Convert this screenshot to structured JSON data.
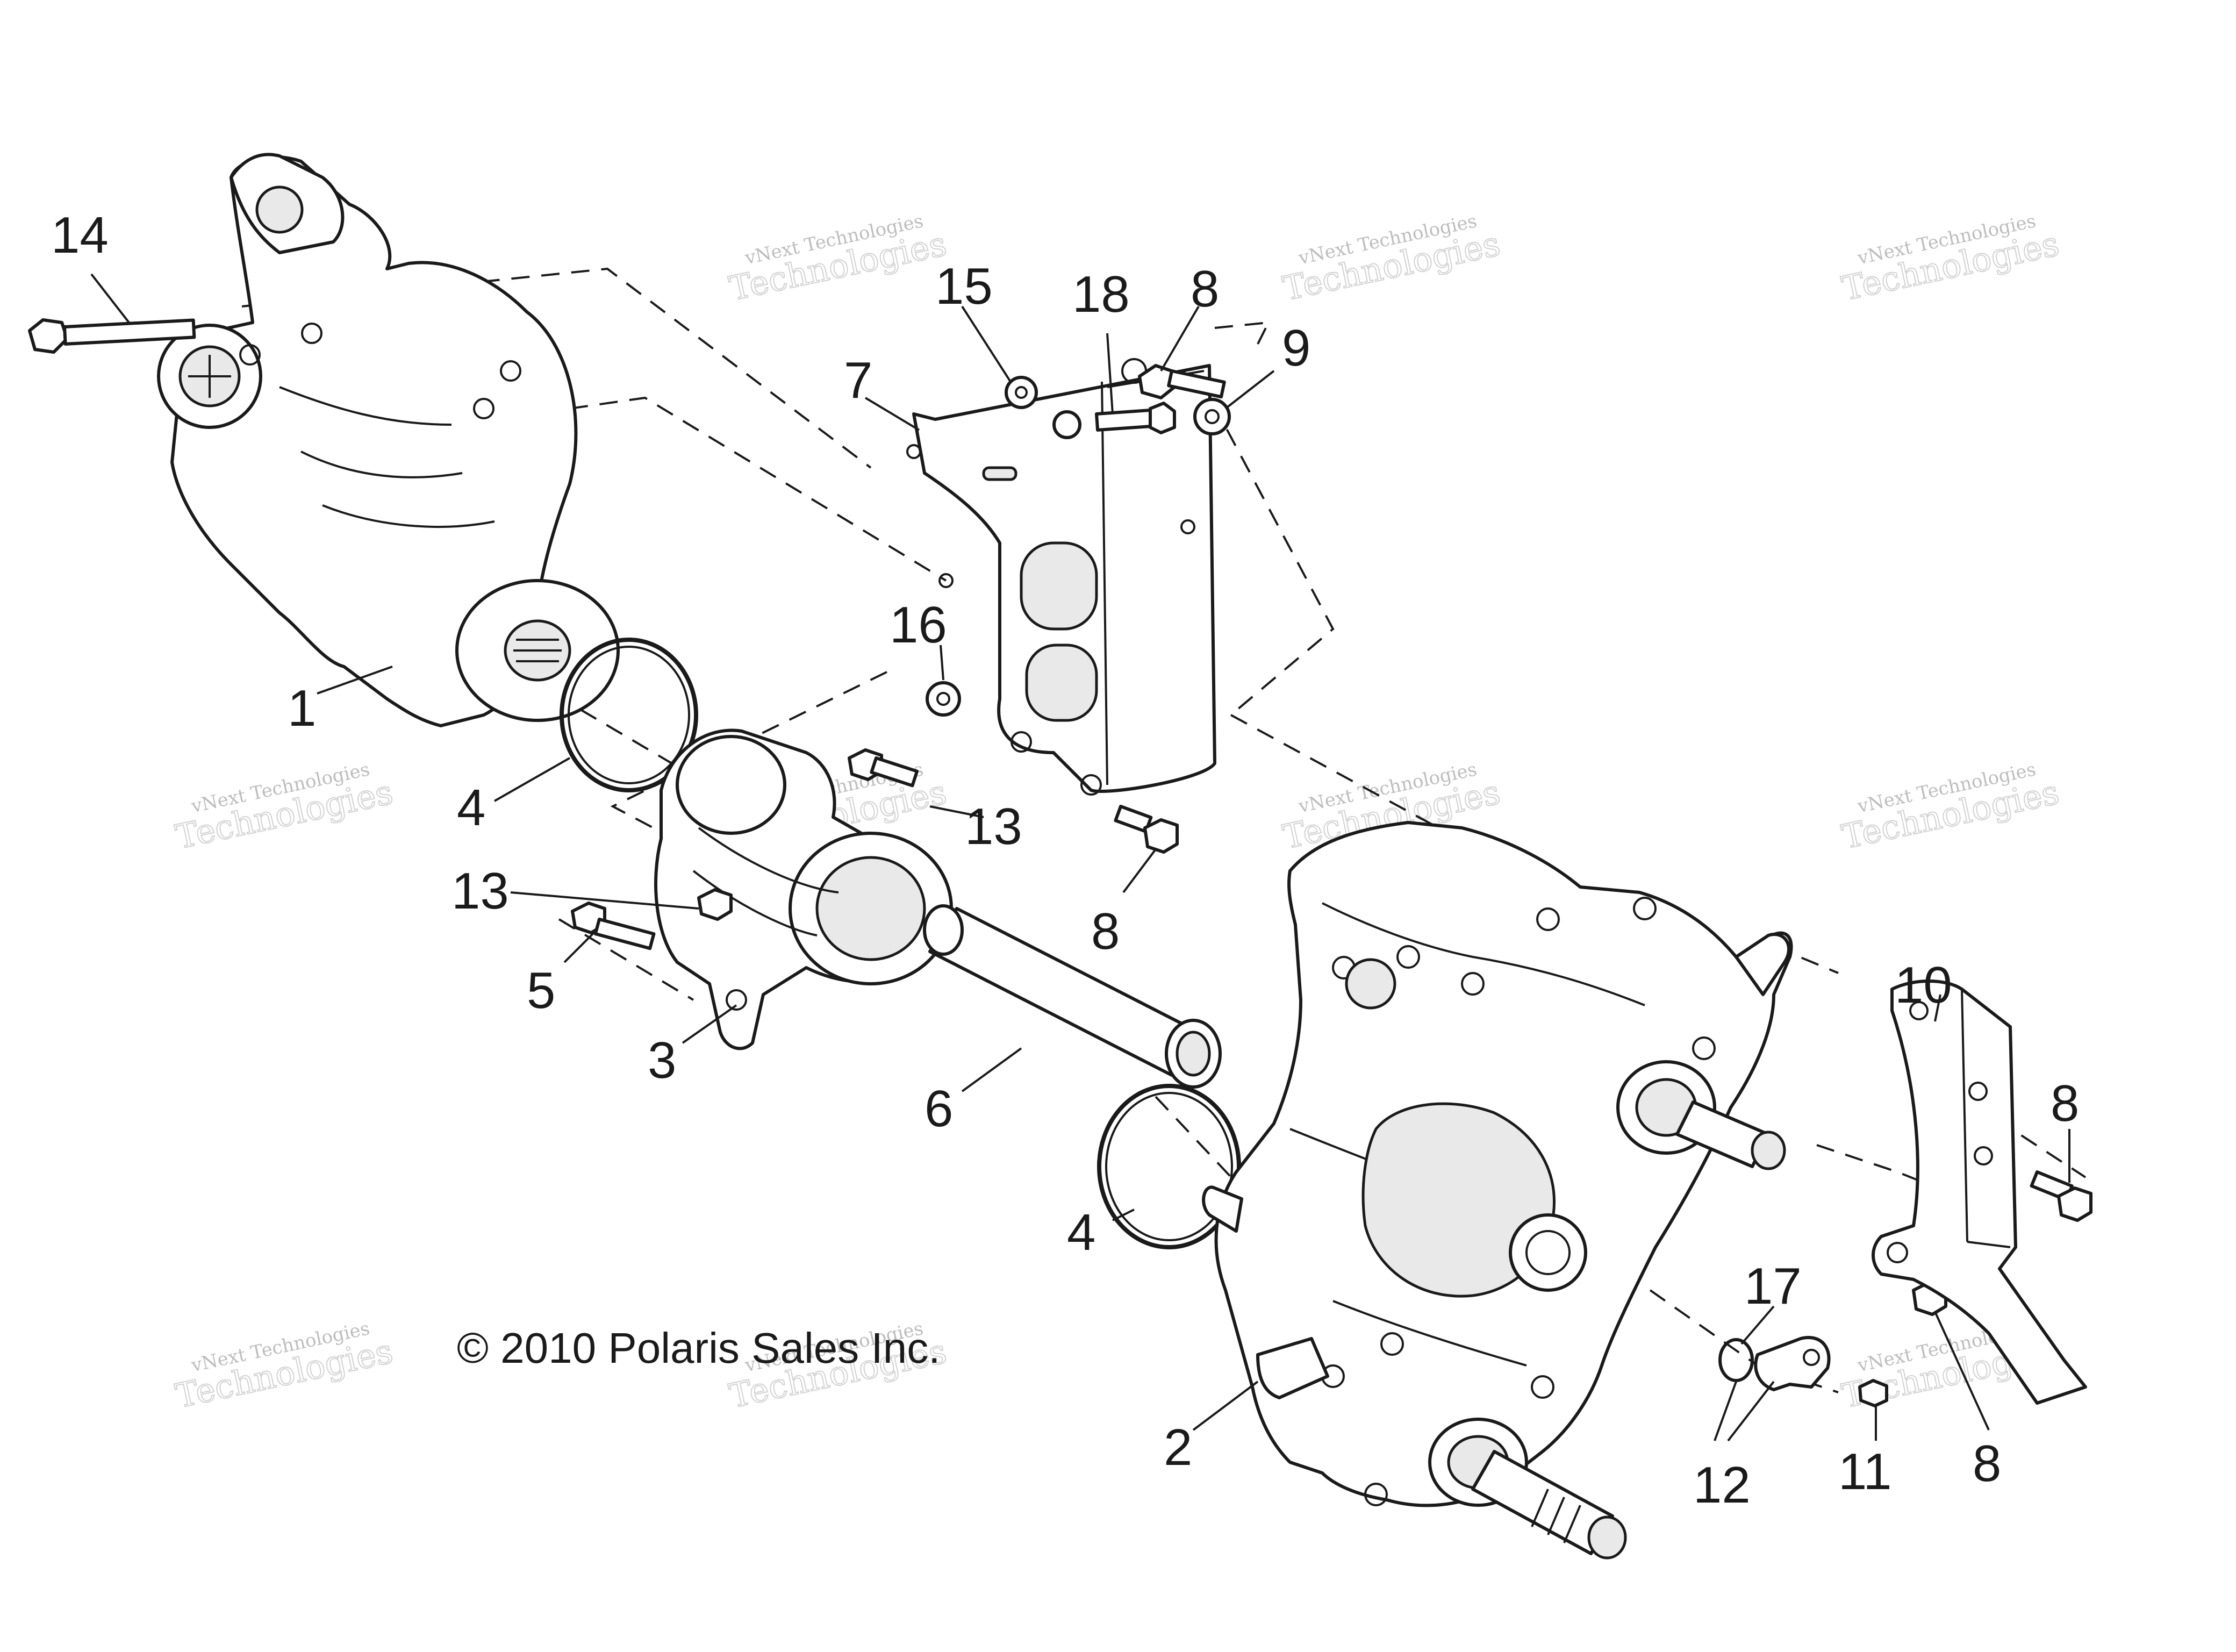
{
  "copyright": "© 2010 Polaris Sales Inc.",
  "watermark": {
    "line1": "vNext Technologies",
    "line2": "Technologies"
  },
  "callouts": [
    "1",
    "2",
    "3",
    "4",
    "4",
    "5",
    "6",
    "7",
    "8",
    "8",
    "8",
    "8",
    "9",
    "10",
    "11",
    "12",
    "13",
    "13",
    "14",
    "15",
    "16",
    "17",
    "18"
  ],
  "colors": {
    "ink": "#1a1a1a",
    "watermark": "#c8c8c8",
    "background": "#ffffff"
  }
}
